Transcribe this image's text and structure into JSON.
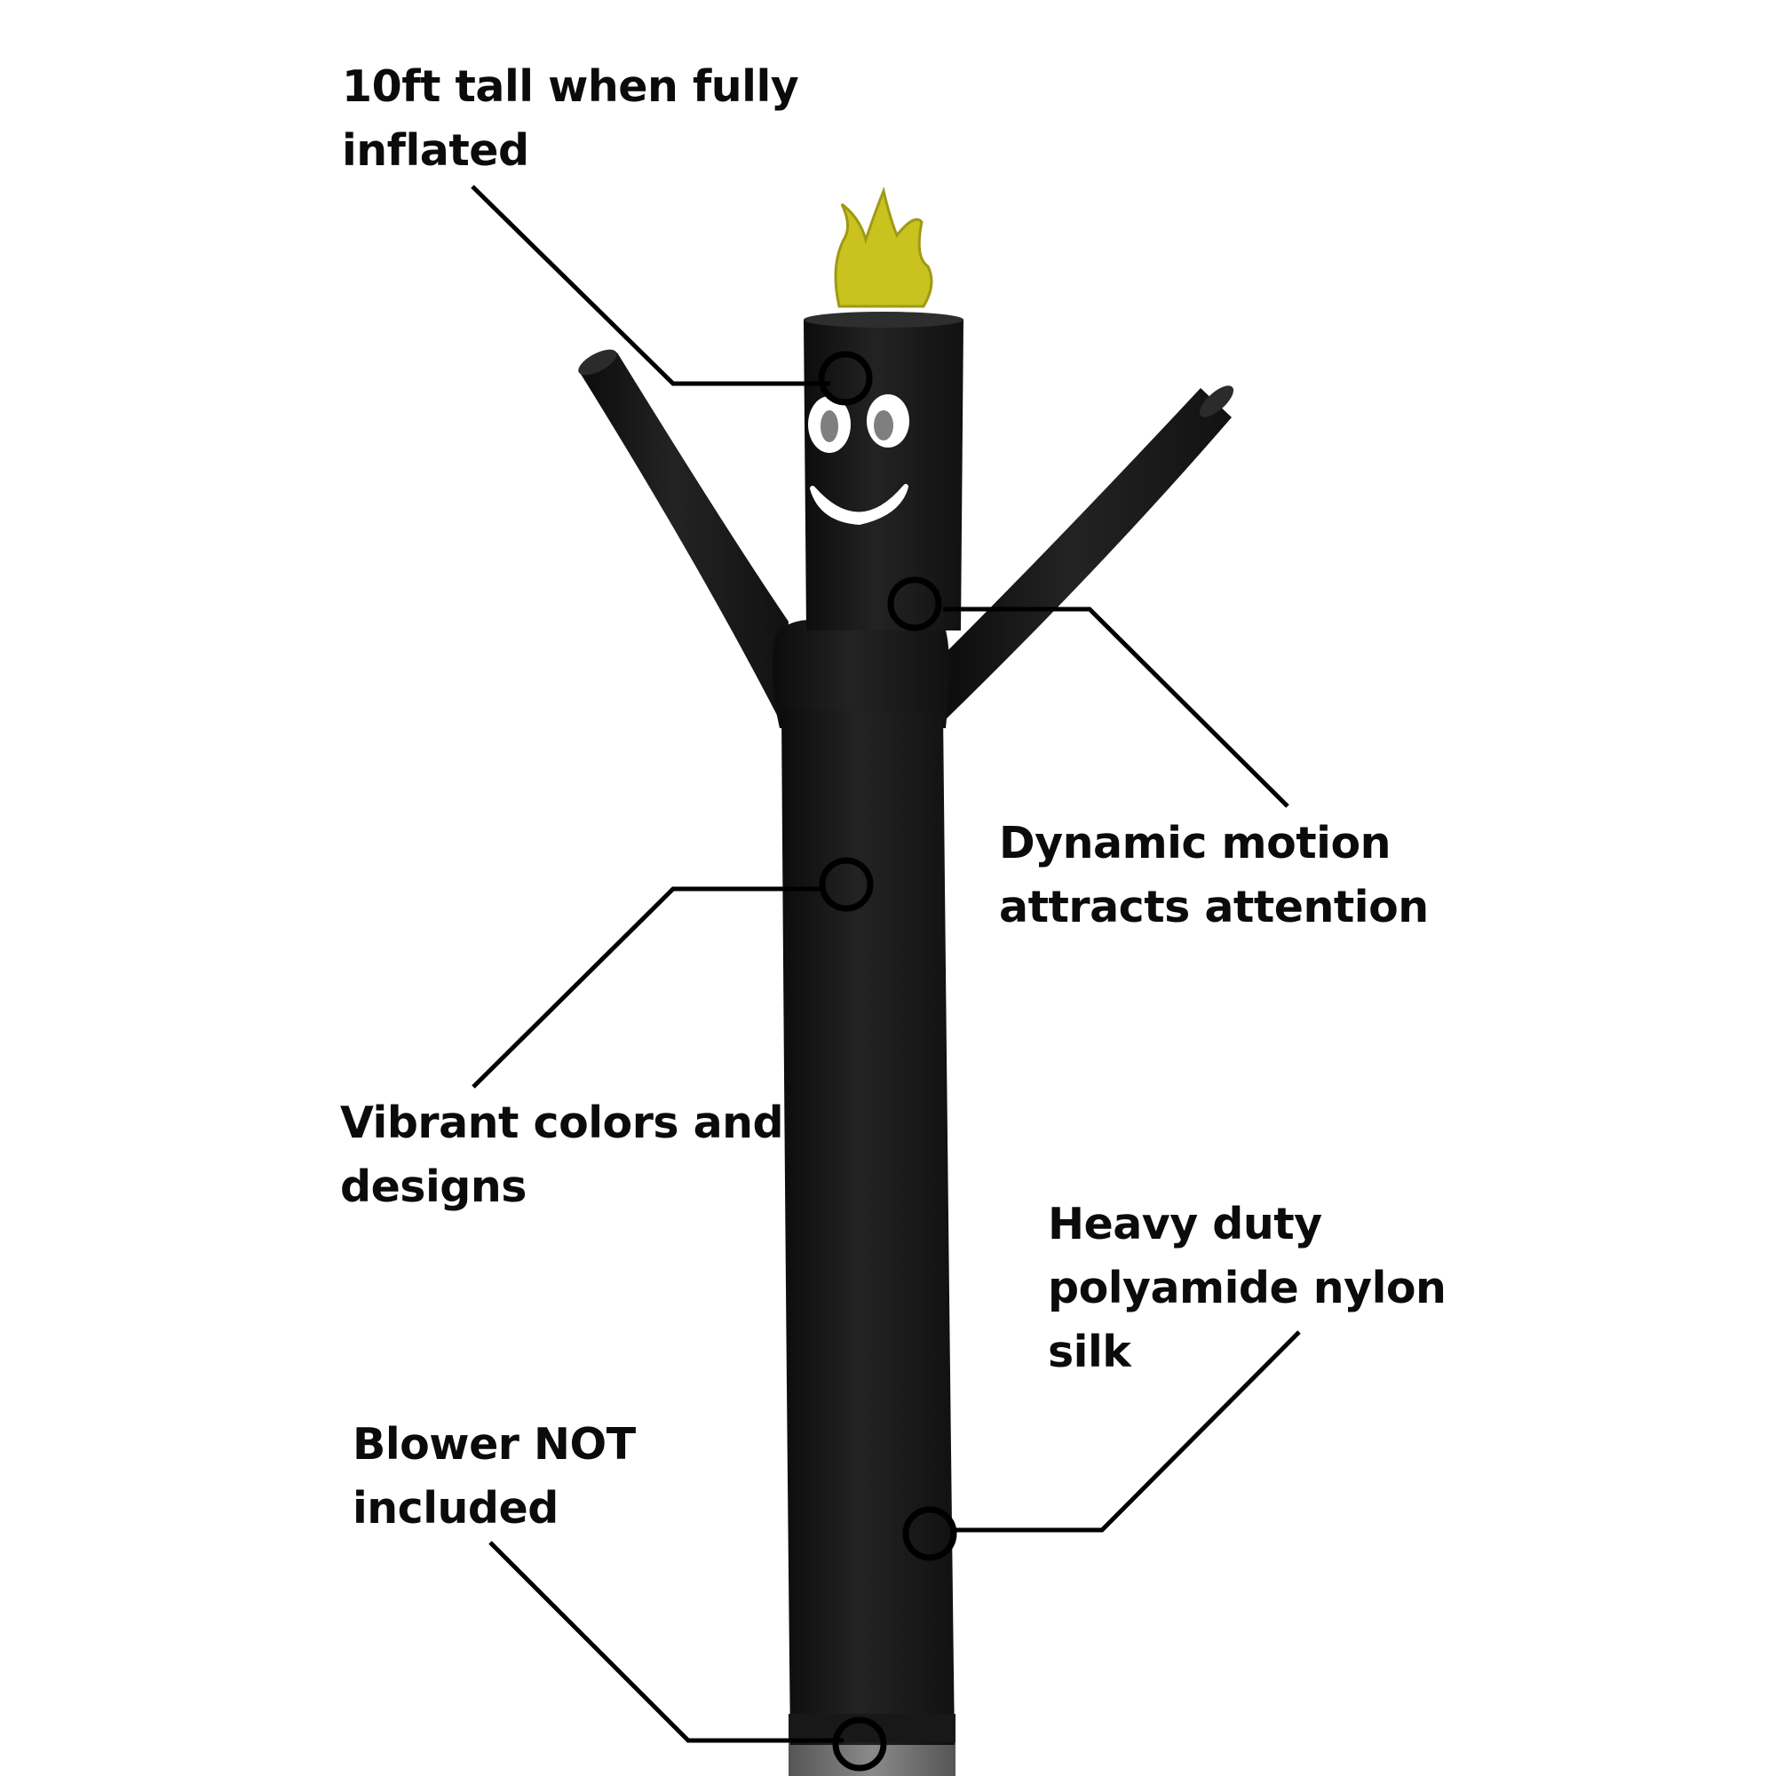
{
  "callouts": {
    "tall": {
      "lines": [
        "10ft tall when fully",
        "inflated"
      ]
    },
    "motion": {
      "lines": [
        "Dynamic motion",
        "attracts attention"
      ]
    },
    "colors": {
      "lines": [
        "Vibrant colors and",
        "designs"
      ]
    },
    "material": {
      "lines": [
        "Heavy duty",
        "polyamide nylon",
        "silk"
      ]
    },
    "blower": {
      "lines": [
        "Blower NOT",
        "included"
      ]
    }
  },
  "figure": {
    "body_color": "#1a1a1a",
    "tassel_color": "#c9c21f",
    "face_color": "#ffffff",
    "base_color": "#6f6f6f",
    "callout_line_color": "#000000"
  }
}
